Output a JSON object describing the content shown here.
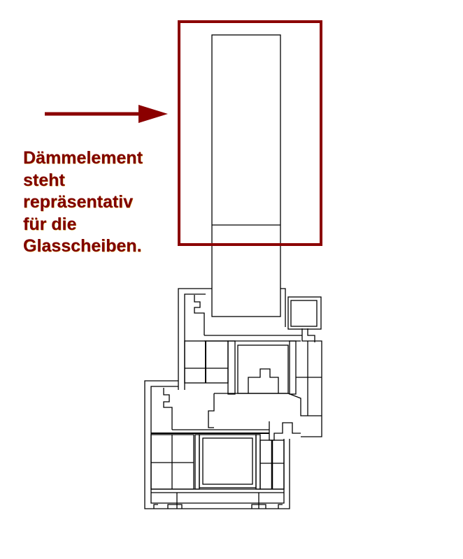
{
  "annotation": {
    "lines": [
      "Dämmelement",
      "steht",
      "repräsentativ",
      "für die",
      "Glasscheiben."
    ],
    "color": "#800000"
  },
  "diagram": {
    "subject": "window-frame-cross-section",
    "line_color": "#000000",
    "highlight_color": "#8b0000"
  }
}
